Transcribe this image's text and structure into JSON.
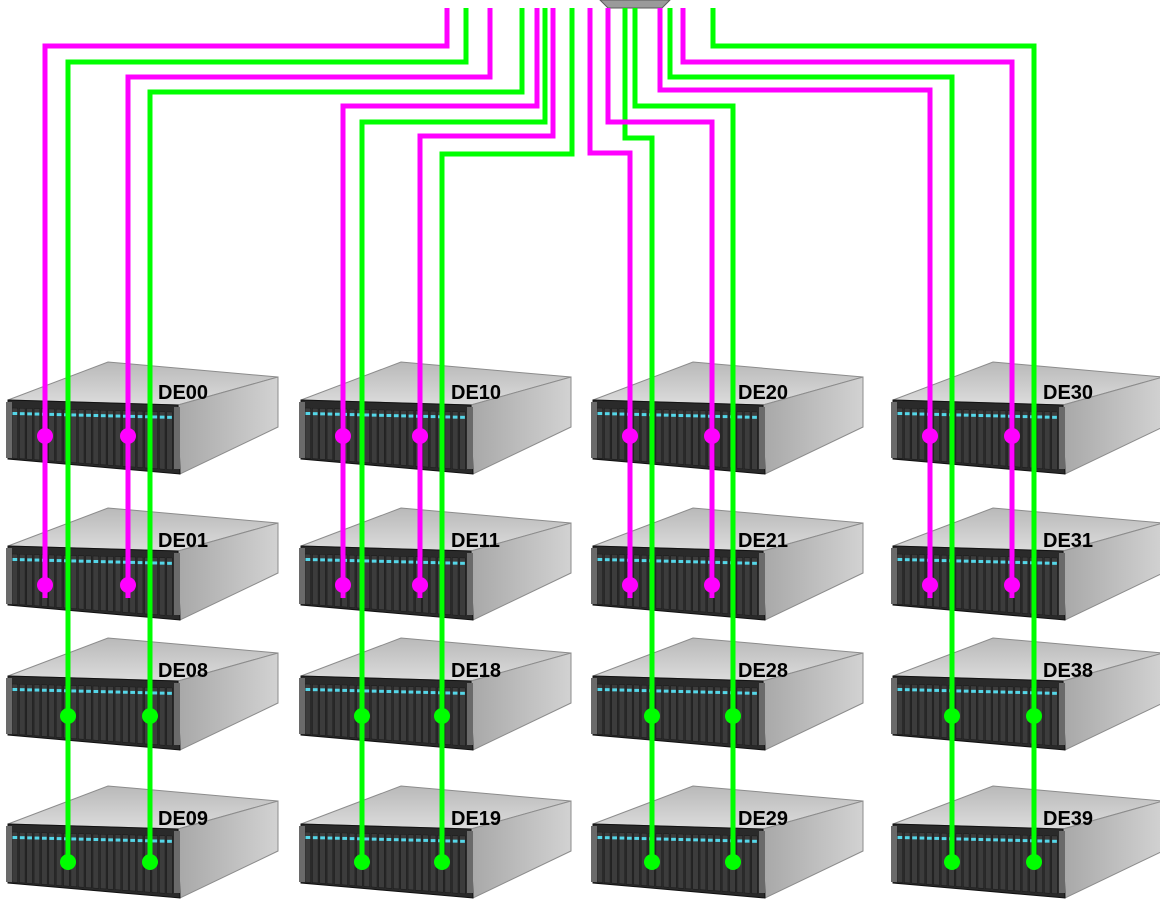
{
  "colors": {
    "magenta": "#ff00ff",
    "green": "#00ff00",
    "chassis_light": "#c9c9c9",
    "chassis_dark": "#2a2a2a",
    "bay_accent": "#55d6e8"
  },
  "enclosures": [
    {
      "label": "DE00",
      "cable": "magenta"
    },
    {
      "label": "DE01",
      "cable": "magenta"
    },
    {
      "label": "DE08",
      "cable": "green"
    },
    {
      "label": "DE09",
      "cable": "green"
    },
    {
      "label": "DE10",
      "cable": "magenta"
    },
    {
      "label": "DE11",
      "cable": "magenta"
    },
    {
      "label": "DE18",
      "cable": "green"
    },
    {
      "label": "DE19",
      "cable": "green"
    },
    {
      "label": "DE20",
      "cable": "magenta"
    },
    {
      "label": "DE21",
      "cable": "magenta"
    },
    {
      "label": "DE28",
      "cable": "green"
    },
    {
      "label": "DE29",
      "cable": "green"
    },
    {
      "label": "DE30",
      "cable": "magenta"
    },
    {
      "label": "DE31",
      "cable": "magenta"
    },
    {
      "label": "DE38",
      "cable": "green"
    },
    {
      "label": "DE39",
      "cable": "green"
    }
  ]
}
